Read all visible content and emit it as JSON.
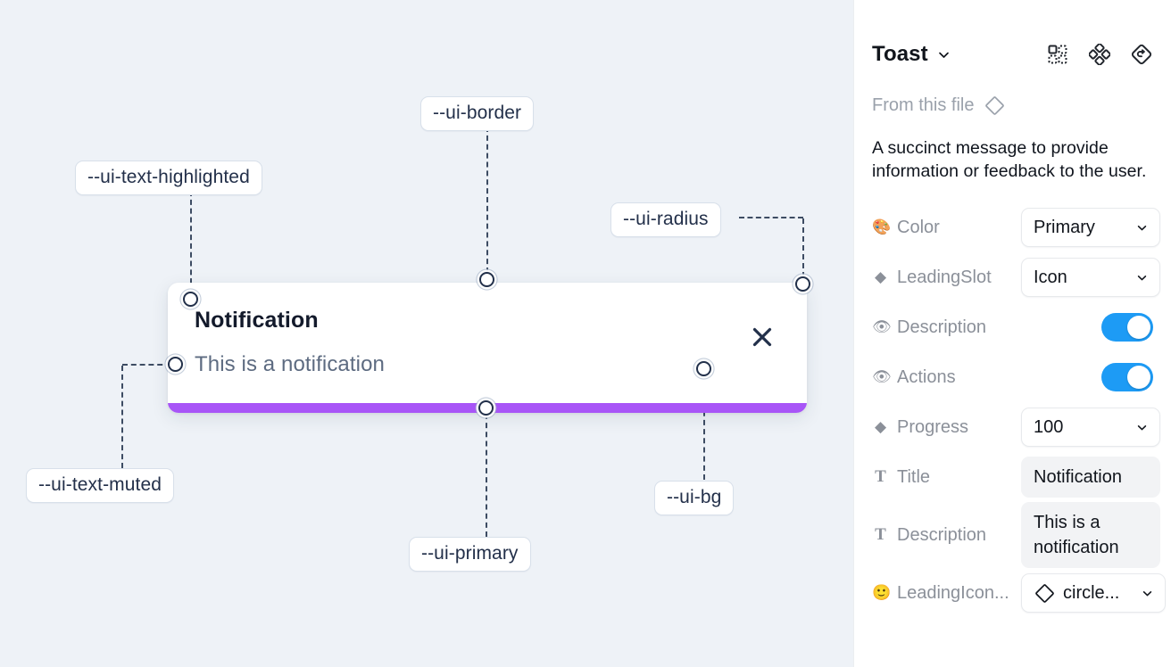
{
  "canvas": {
    "background_color": "#eef2f7",
    "tokens": [
      {
        "id": "ui-text-highlighted",
        "label": "--ui-text-highlighted"
      },
      {
        "id": "ui-border",
        "label": "--ui-border"
      },
      {
        "id": "ui-radius",
        "label": "--ui-radius"
      },
      {
        "id": "ui-text-muted",
        "label": "--ui-text-muted"
      },
      {
        "id": "ui-primary",
        "label": "--ui-primary"
      },
      {
        "id": "ui-bg",
        "label": "--ui-bg"
      }
    ],
    "toast": {
      "title": "Notification",
      "description": "This is a notification",
      "close_icon": "close-icon",
      "progress_color": "#a855f7",
      "background_color": "#ffffff"
    }
  },
  "panel": {
    "title": "Toast",
    "title_caret_icon": "chevron-down-icon",
    "header_icons": [
      {
        "name": "component-variant-icon"
      },
      {
        "name": "component-set-icon"
      },
      {
        "name": "reset-instance-icon"
      }
    ],
    "from_this_file": {
      "label": "From this file",
      "icon": "diamond-icon"
    },
    "description": "A succinct message to provide information or feedback to the user.",
    "properties": [
      {
        "icon": "palette-emoji",
        "emoji": "🎨",
        "label": "Color",
        "type": "select",
        "value": "Primary"
      },
      {
        "icon": "diamond-emoji",
        "emoji": "◆",
        "label": "LeadingSlot",
        "type": "select",
        "value": "Icon"
      },
      {
        "icon": "eye-emoji",
        "emoji": "👁",
        "label": "Description",
        "type": "toggle",
        "value": "on"
      },
      {
        "icon": "eye-emoji",
        "emoji": "👁",
        "label": "Actions",
        "type": "toggle",
        "value": "on"
      },
      {
        "icon": "diamond-emoji",
        "emoji": "◆",
        "label": "Progress",
        "type": "select",
        "value": "100"
      },
      {
        "icon": "text-glyph",
        "emoji": "T",
        "label": "Title",
        "type": "text",
        "value": "Notification"
      },
      {
        "icon": "text-glyph",
        "emoji": "T",
        "label": "Description",
        "type": "text",
        "value": "This is a notification"
      },
      {
        "icon": "smiley-emoji",
        "emoji": "🙂",
        "label": "LeadingIcon...",
        "type": "icon-select",
        "value": "circle..."
      }
    ],
    "toggle_on_color": "#1d9bf5"
  }
}
